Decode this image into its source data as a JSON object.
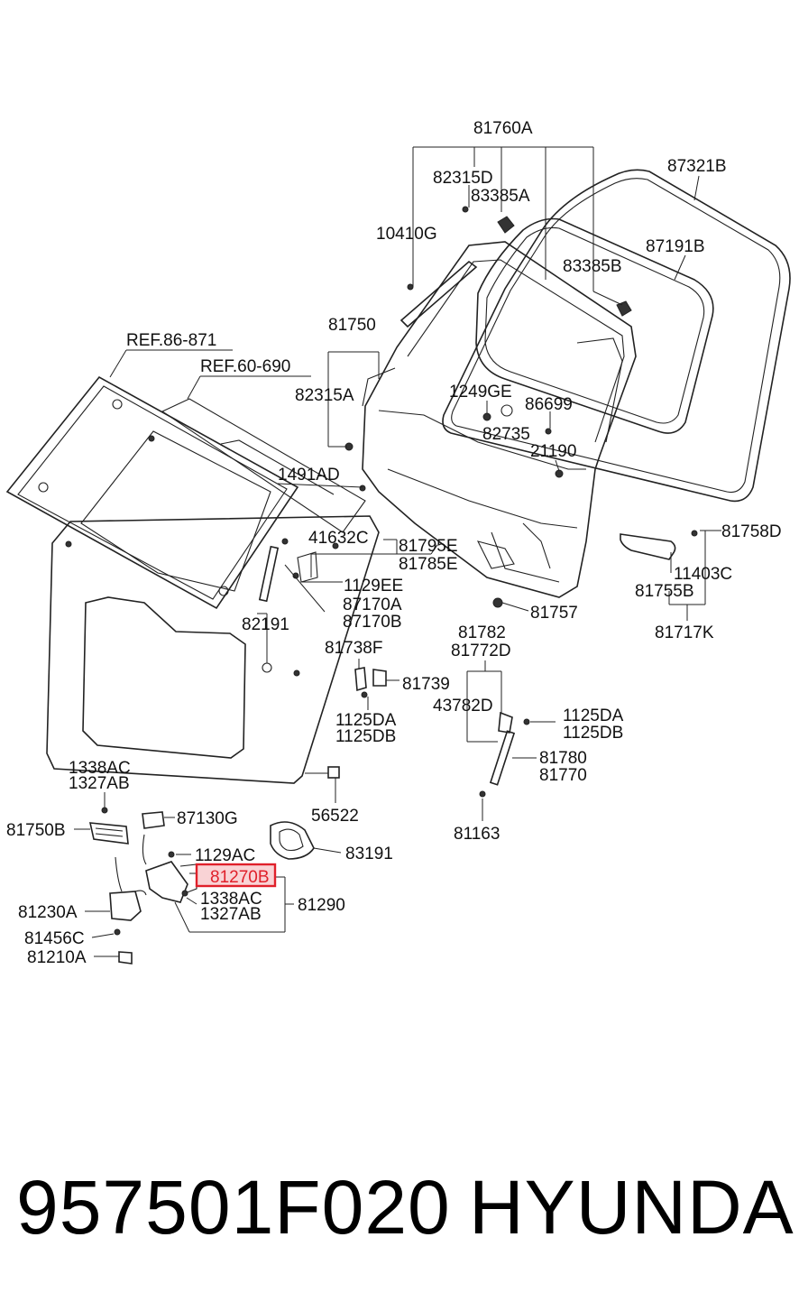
{
  "diagram": {
    "labels": {
      "l81760A": "81760A",
      "l87321B": "87321B",
      "l82315D": "82315D",
      "l83385A": "83385A",
      "l10410G": "10410G",
      "l87191B": "87191B",
      "l83385B": "83385B",
      "l81750": "81750",
      "lREF86": "REF.86-871",
      "lREF60": "REF.60-690",
      "l82315A": "82315A",
      "l1249GE": "1249GE",
      "l86699": "86699",
      "l82735": "82735",
      "l21190": "21190",
      "l1491AD": "1491AD",
      "l41632C": "41632C",
      "l81795E": "81795E",
      "l81785E": "81785E",
      "l81758D": "81758D",
      "l1129EE": "1129EE",
      "l87170A": "87170A",
      "l87170B": "87170B",
      "l11403C": "11403C",
      "l81755B": "81755B",
      "l81757": "81757",
      "l82191": "82191",
      "l81717K": "81717K",
      "l81782": "81782",
      "l81772D": "81772D",
      "l81738F": "81738F",
      "l81739": "81739",
      "l43782D": "43782D",
      "l1125DA_r": "1125DA",
      "l1125DB_r": "1125DB",
      "l1125DA_m": "1125DA",
      "l1125DB_m": "1125DB",
      "l81780": "81780",
      "l81770": "81770",
      "l1338AC_t": "1338AC",
      "l1327AB_t": "1327AB",
      "l56522": "56522",
      "l87130G": "87130G",
      "l81750B": "81750B",
      "l81163": "81163",
      "l1129AC": "1129AC",
      "l83191": "83191",
      "l81270B": "81270B",
      "l1338AC_b": "1338AC",
      "l1327AB_b": "1327AB",
      "l81290": "81290",
      "l81230A": "81230A",
      "l81456C": "81456C",
      "l81210A": "81210A"
    },
    "highlight_color": "#e0202a",
    "highlight_fill": "#f9d3d5"
  },
  "footer": {
    "part_number": "957501F020",
    "brand": "HYUNDAI"
  }
}
